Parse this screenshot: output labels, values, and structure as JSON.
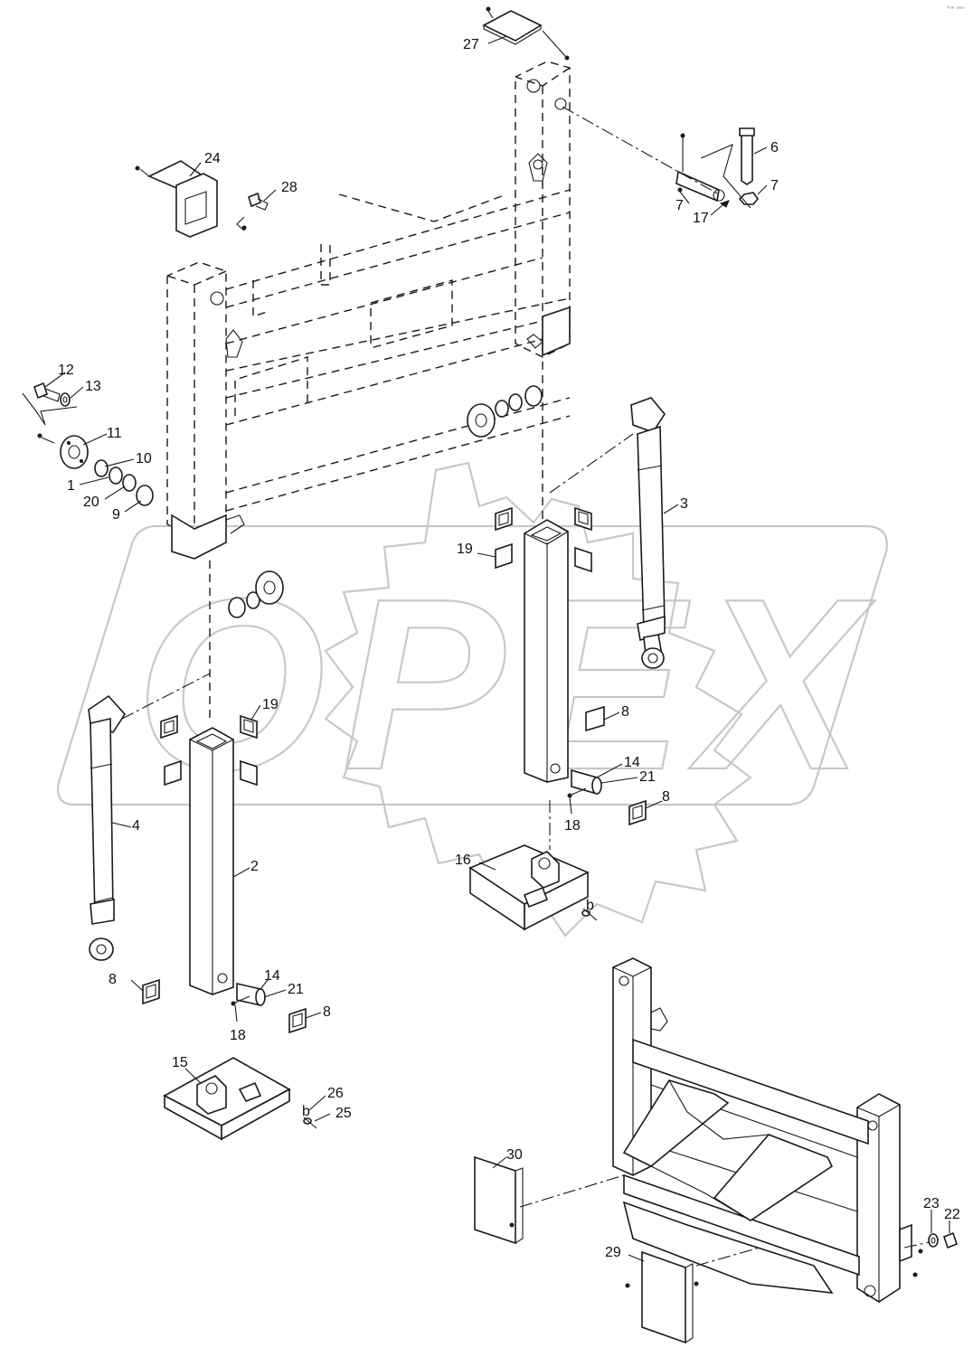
{
  "watermark": {
    "text": "OPEX",
    "color": "#c8c8c8"
  },
  "corner_mark": "ᵏᵐ ᵒᵒᵒ",
  "callouts": [
    {
      "id": "c27",
      "text": "27"
    },
    {
      "id": "c24",
      "text": "24"
    },
    {
      "id": "c28",
      "text": "28"
    },
    {
      "id": "c6",
      "text": "6"
    },
    {
      "id": "c7a",
      "text": "7"
    },
    {
      "id": "c7b",
      "text": "7"
    },
    {
      "id": "c17",
      "text": "17"
    },
    {
      "id": "c12",
      "text": "12"
    },
    {
      "id": "c13",
      "text": "13"
    },
    {
      "id": "c11",
      "text": "11"
    },
    {
      "id": "c10",
      "text": "10"
    },
    {
      "id": "c1",
      "text": "1"
    },
    {
      "id": "c20",
      "text": "20"
    },
    {
      "id": "c9",
      "text": "9"
    },
    {
      "id": "c3",
      "text": "3"
    },
    {
      "id": "c19a",
      "text": "19"
    },
    {
      "id": "c19b",
      "text": "19"
    },
    {
      "id": "c8a",
      "text": "8"
    },
    {
      "id": "c14a",
      "text": "14"
    },
    {
      "id": "c21a",
      "text": "21"
    },
    {
      "id": "c18a",
      "text": "18"
    },
    {
      "id": "c8b",
      "text": "8"
    },
    {
      "id": "c4",
      "text": "4"
    },
    {
      "id": "c2",
      "text": "2"
    },
    {
      "id": "c16",
      "text": "16"
    },
    {
      "id": "cb1",
      "text": "b"
    },
    {
      "id": "c8c",
      "text": "8"
    },
    {
      "id": "c14b",
      "text": "14"
    },
    {
      "id": "c21b",
      "text": "21"
    },
    {
      "id": "c8d",
      "text": "8"
    },
    {
      "id": "c18b",
      "text": "18"
    },
    {
      "id": "c15",
      "text": "15"
    },
    {
      "id": "c26",
      "text": "26"
    },
    {
      "id": "cb2",
      "text": "b"
    },
    {
      "id": "c25",
      "text": "25"
    },
    {
      "id": "c30",
      "text": "30"
    },
    {
      "id": "c23",
      "text": "23"
    },
    {
      "id": "c22",
      "text": "22"
    },
    {
      "id": "c29",
      "text": "29"
    }
  ]
}
